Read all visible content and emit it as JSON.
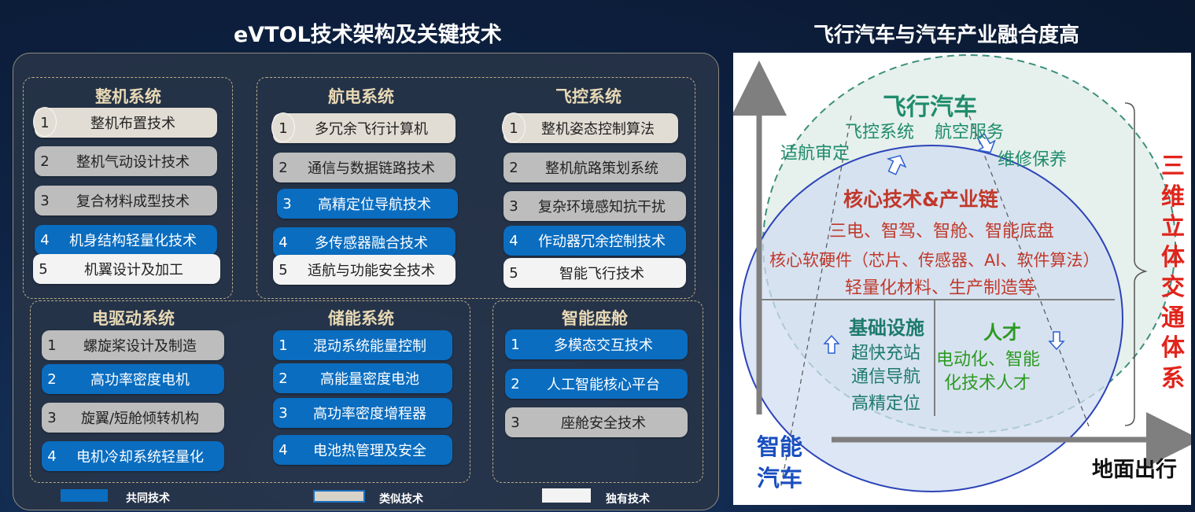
{
  "left": {
    "title": "eVTOL技术架构及关键技术",
    "groups": {
      "airframe": {
        "title": "整机系统",
        "items": [
          {
            "num": "1",
            "label": "整机布置技术",
            "kind": "similar-light"
          },
          {
            "num": "2",
            "label": "整机气动设计技术",
            "kind": "similar"
          },
          {
            "num": "3",
            "label": "复合材料成型技术",
            "kind": "similar"
          },
          {
            "num": "4",
            "label": "机身结构轻量化技术",
            "kind": "common"
          },
          {
            "num": "5",
            "label": "机翼设计及加工",
            "kind": "unique"
          }
        ]
      },
      "avionics": {
        "title": "航电系统",
        "items": [
          {
            "num": "1",
            "label": "多冗余飞行计算机",
            "kind": "similar-light"
          },
          {
            "num": "2",
            "label": "通信与数据链路技术",
            "kind": "similar"
          },
          {
            "num": "3",
            "label": "高精定位导航技术",
            "kind": "common"
          },
          {
            "num": "4",
            "label": "多传感器融合技术",
            "kind": "common"
          },
          {
            "num": "5",
            "label": "适航与功能安全技术",
            "kind": "unique"
          }
        ]
      },
      "flight_control": {
        "title": "飞控系统",
        "items": [
          {
            "num": "1",
            "label": "整机姿态控制算法",
            "kind": "similar-light"
          },
          {
            "num": "2",
            "label": "整机航路策划系统",
            "kind": "similar"
          },
          {
            "num": "3",
            "label": "复杂环境感知抗干扰",
            "kind": "similar"
          },
          {
            "num": "4",
            "label": "作动器冗余控制技术",
            "kind": "common"
          },
          {
            "num": "5",
            "label": "智能飞行技术",
            "kind": "unique"
          }
        ]
      },
      "electric_drive": {
        "title": "电驱动系统",
        "items": [
          {
            "num": "1",
            "label": "螺旋桨设计及制造",
            "kind": "similar"
          },
          {
            "num": "2",
            "label": "高功率密度电机",
            "kind": "common"
          },
          {
            "num": "3",
            "label": "旋翼/短舱倾转机构",
            "kind": "similar"
          },
          {
            "num": "4",
            "label": "电机冷却系统轻量化",
            "kind": "common"
          }
        ]
      },
      "energy_storage": {
        "title": "储能系统",
        "items": [
          {
            "num": "1",
            "label": "混动系统能量控制",
            "kind": "common"
          },
          {
            "num": "2",
            "label": "高能量密度电池",
            "kind": "common"
          },
          {
            "num": "3",
            "label": "高功率密度增程器",
            "kind": "common"
          },
          {
            "num": "4",
            "label": "电池热管理及安全",
            "kind": "common"
          }
        ]
      },
      "smart_cabin": {
        "title": "智能座舱",
        "items": [
          {
            "num": "1",
            "label": "多模态交互技术",
            "kind": "common"
          },
          {
            "num": "2",
            "label": "人工智能核心平台",
            "kind": "common"
          },
          {
            "num": "3",
            "label": "座舱安全技术",
            "kind": "similar"
          }
        ]
      }
    },
    "legend": [
      {
        "label": "共同技术",
        "color": "#0a6dc0"
      },
      {
        "label": "类似技术",
        "color": "#d8d3c8"
      },
      {
        "label": "独有技术",
        "color": "#f3f3f3"
      }
    ]
  },
  "right": {
    "title": "飞行汽车与汽车产业融合度高",
    "flying_car": "飞行汽车",
    "flight_control": "飞控系统",
    "air_service": "航空服务",
    "airworthiness": "适航审定",
    "maintenance": "维修保养",
    "core_title": "核心技术&产业链",
    "core_line1": "三电、智驾、智舱、智能底盘",
    "core_line2": "核心软硬件（芯片、传感器、AI、软件算法）",
    "core_line3": "轻量化材料、生产制造等",
    "infra_title": "基础设施",
    "infra_1": "超快充站",
    "infra_2": "通信导航",
    "infra_3": "高精定位",
    "talent_title": "人才",
    "talent_1": "电动化、智能",
    "talent_2": "化技术人才",
    "smart_car_1": "智能",
    "smart_car_2": "汽车",
    "ground_travel": "地面出行",
    "vertical_label": "三维立体交通体系"
  }
}
